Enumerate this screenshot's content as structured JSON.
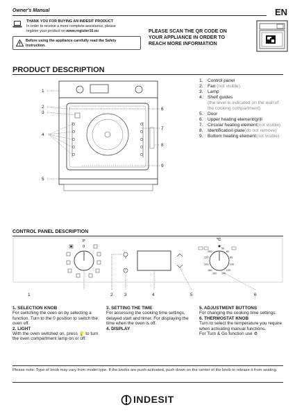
{
  "header": {
    "manual_title": "Owner's Manual",
    "language": "EN"
  },
  "thanks": {
    "line1": "THANK YOU FOR BUYING AN INDESIT PRODUCT",
    "line2": "In order to receive a more complete assistance, please",
    "line3_prefix": "register your product on ",
    "line3_url": "www.register10.eu"
  },
  "warning": {
    "line1": "Before using the appliance carefully read the Safety",
    "line2": "Instruction."
  },
  "qr": {
    "line1": "PLEASE SCAN THE QR CODE ON",
    "line2": "YOUR APPLIANCE IN ORDER TO",
    "line3": "REACH MORE INFORMATION"
  },
  "product_description": {
    "title": "PRODUCT DESCRIPTION",
    "callouts": [
      "1",
      "2",
      "3",
      "4",
      "5",
      "6",
      "7",
      "8",
      "9"
    ],
    "parts": [
      {
        "num": "1.",
        "name": "Control panel",
        "note": ""
      },
      {
        "num": "2.",
        "name": "Fan ",
        "note": "(not visible)"
      },
      {
        "num": "3.",
        "name": "Lamp",
        "note": ""
      },
      {
        "num": "4.",
        "name": "Shelf guides",
        "note": "(the level is indicated on the wall of the cooking compartment)"
      },
      {
        "num": "5.",
        "name": "Door",
        "note": ""
      },
      {
        "num": "6.",
        "name": "Upper heating element/grill",
        "note": ""
      },
      {
        "num": "7.",
        "name": "Circular heating element",
        "note": "(not visible)"
      },
      {
        "num": "8.",
        "name": "Identification plate",
        "note": "(do not remove)"
      },
      {
        "num": "9.",
        "name": "Bottom heating element",
        "note": "(not visible)"
      }
    ]
  },
  "control_panel": {
    "title": "CONTROL PANEL DESCRIPTION",
    "callouts": [
      "1",
      "2",
      "3",
      "4",
      "5",
      "6"
    ],
    "knob_zero": "0",
    "knob_p": "P",
    "thermo_unit": "°C",
    "thermo_scale": [
      "50",
      "60",
      "80",
      "100",
      "120",
      "140",
      "160",
      "180",
      "200",
      "220",
      "250"
    ],
    "items": [
      {
        "title": "1. SELECTION KNOB",
        "text": "For switching the oven on by selecting a function. Turn to the 0 position to switch the oven off."
      },
      {
        "title": "2. LIGHT",
        "text": "With the oven switched on, press 💡 to turn the oven compartment lamp on or off."
      },
      {
        "title": "3. SETTING THE TIME",
        "text": "For accessing the cooking time settings, delayed start and timer. For displaying the time when the oven is off."
      },
      {
        "title": "4. DISPLAY",
        "text": ""
      },
      {
        "title": "5. ADJUSTMENT BUTTONS",
        "text": "For changing the cooking time settings."
      },
      {
        "title": "6. THERMOSTAT KNOB",
        "text": "Turn to select the temperature you require when activating manual functions."
      },
      {
        "title": "",
        "text": "For Turn & Go function use"
      }
    ]
  },
  "note": "Please note: Type of knob may vary from model type. If the knobs are push-activated, push down on the center of the knob to release it from seating.",
  "brand": "INDESIT",
  "colors": {
    "text": "#1a1a1a",
    "grey": "#8a8a8a",
    "line": "#333333"
  }
}
